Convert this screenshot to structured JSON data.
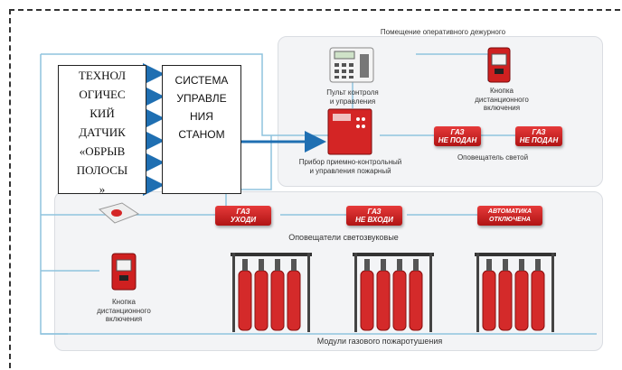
{
  "sensor_box": {
    "text": "ТЕХНОЛ\nОГИЧЕС\nКИЙ\nДАТЧИК\n«ОБРЫВ\nПОЛОСЫ\n»"
  },
  "control_box": {
    "text": "СИСТЕМА\nУПРАВЛЕ\nНИЯ\nСТАНОМ"
  },
  "room_title": "Помещение оперативного дежурного",
  "control_panel_label": "Пульт контроля\nи управления",
  "remote_button_top_label": "Кнопка\nдистанционного\nвключения",
  "fire_device_label": "Прибор приемно-контрольный\nи управления пожарный",
  "light_signal_label": "Оповещатель светой",
  "sign_gas_not_supplied": "ГАЗ\nНЕ ПОДАН",
  "sign_gas_leave": "ГАЗ\nУХОДИ",
  "sign_gas_do_not_enter": "ГАЗ\nНЕ ВХОДИ",
  "sign_auto_off": "АВТОМАТИКА\nОТКЛЮЧЕНА",
  "light_sound_label": "Оповещатели светозвуковые",
  "remote_button_bottom_label": "Кнопка\nдистанционного\nвключения",
  "modules_label": "Модули газового пожаротушения",
  "colors": {
    "line": "#8fc3dd",
    "arrow": "#1f6fb2",
    "sign_red": "#c8161d",
    "cylinder_red": "#d42a2a",
    "panel": "#f3f4f6"
  }
}
